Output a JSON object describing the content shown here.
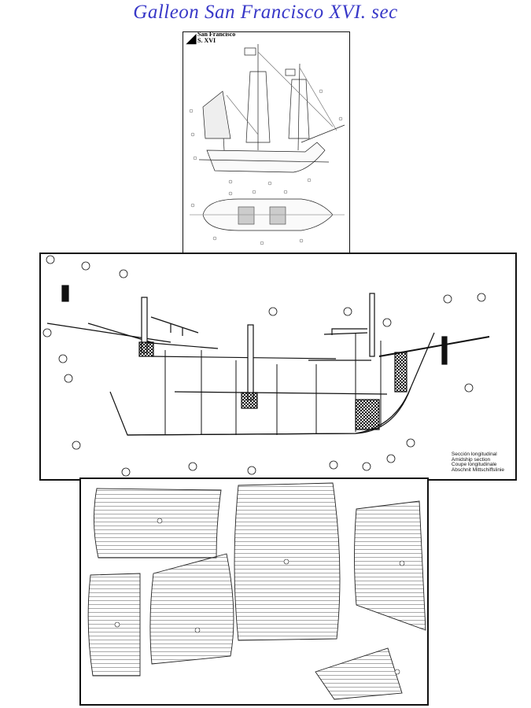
{
  "title": "Galleon San Francisco  XVI. sec",
  "plan": {
    "name_line1": "San Francisco",
    "name_line2": "S. XVI"
  },
  "section": {
    "legend": [
      "Sección longitudinal",
      "Amidship section",
      "Coupe longitudinale",
      "Abschnit Mittschiffslinie"
    ]
  }
}
